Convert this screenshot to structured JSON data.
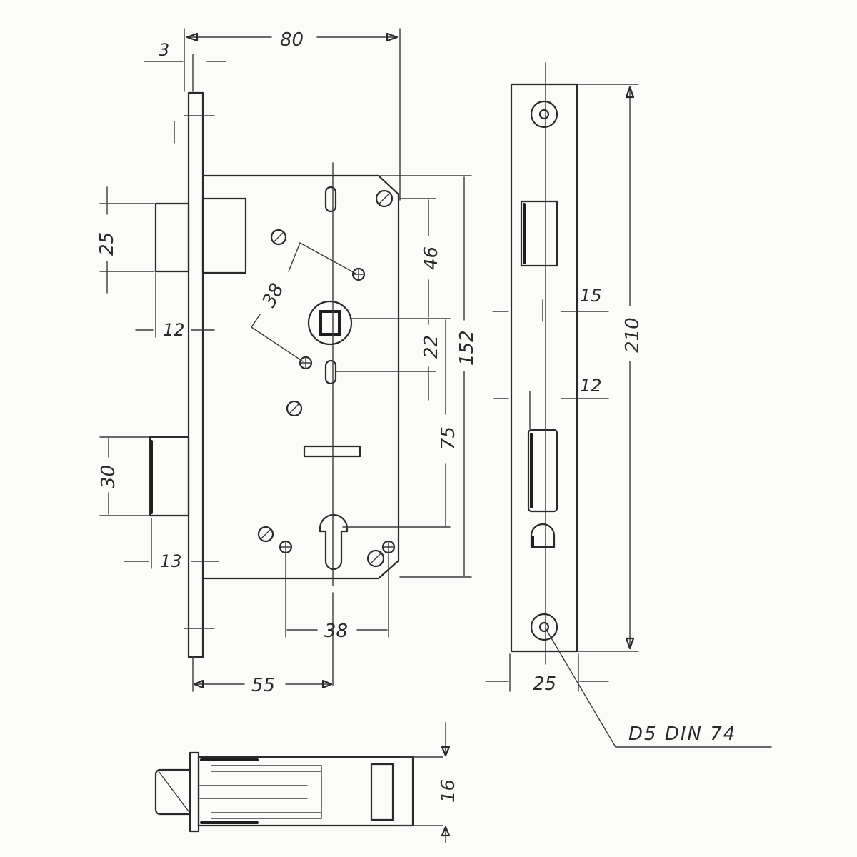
{
  "dimensions": {
    "width_overall": "80",
    "faceplate_thickness": "3",
    "deadbolt_height": "25",
    "backset_offset": "12",
    "follower_offset": "38",
    "top_to_follower": "46",
    "follower_to_spindle": "22",
    "case_height": "152",
    "follower_to_cylinder": "75",
    "latch_height": "30",
    "latch_offset": "13",
    "screw_spacing": "38",
    "backset": "55",
    "strike_opening_upper": "15",
    "strike_opening_lower": "12",
    "faceplate_length": "210",
    "faceplate_width": "25",
    "section_thickness": "16"
  },
  "annotations": {
    "screw_spec": "D5 DIN 74"
  },
  "colors": {
    "line": "#2a2a2a",
    "paper": "#fbfbf9"
  }
}
